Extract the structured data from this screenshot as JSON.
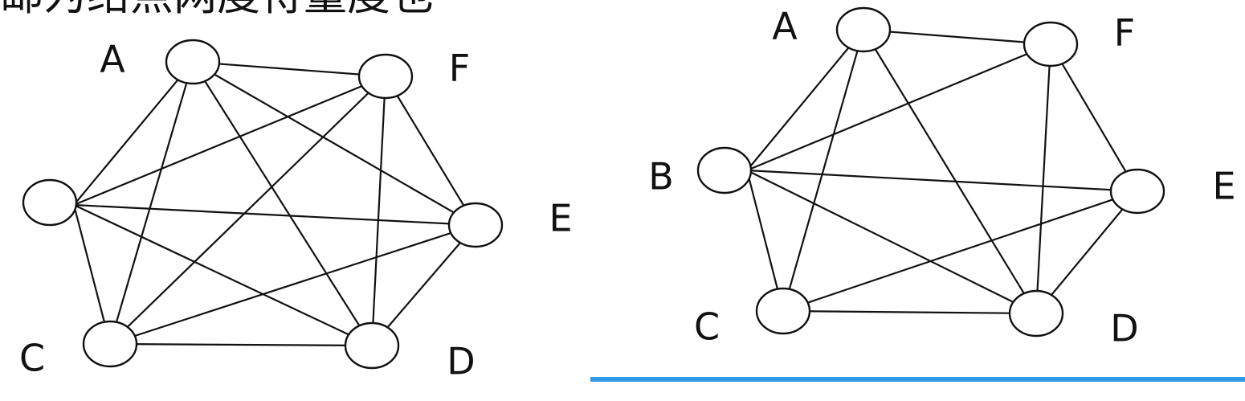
{
  "header": {
    "partial_text": "邮为络点网度待量度也"
  },
  "colors": {
    "line": "#111111",
    "divider": "#2f9be6",
    "background": "#ffffff"
  },
  "graphs": [
    {
      "name": "left",
      "nodes": [
        {
          "id": "A",
          "label": "A"
        },
        {
          "id": "F",
          "label": "F"
        },
        {
          "id": "B",
          "label": ""
        },
        {
          "id": "E",
          "label": "E"
        },
        {
          "id": "C",
          "label": "C"
        },
        {
          "id": "D",
          "label": "D"
        }
      ],
      "edges": [
        [
          "A",
          "F"
        ],
        [
          "A",
          "B"
        ],
        [
          "A",
          "C"
        ],
        [
          "A",
          "D"
        ],
        [
          "A",
          "E"
        ],
        [
          "F",
          "B"
        ],
        [
          "F",
          "C"
        ],
        [
          "F",
          "D"
        ],
        [
          "F",
          "E"
        ],
        [
          "B",
          "E"
        ],
        [
          "B",
          "C"
        ],
        [
          "B",
          "D"
        ],
        [
          "C",
          "E"
        ],
        [
          "C",
          "D"
        ],
        [
          "D",
          "E"
        ]
      ]
    },
    {
      "name": "right",
      "nodes": [
        {
          "id": "A",
          "label": "A"
        },
        {
          "id": "F",
          "label": "F"
        },
        {
          "id": "B",
          "label": "B"
        },
        {
          "id": "E",
          "label": "E"
        },
        {
          "id": "C",
          "label": "C"
        },
        {
          "id": "D",
          "label": "D"
        }
      ],
      "edges": [
        [
          "A",
          "F"
        ],
        [
          "A",
          "B"
        ],
        [
          "A",
          "C"
        ],
        [
          "A",
          "D"
        ],
        [
          "F",
          "B"
        ],
        [
          "F",
          "D"
        ],
        [
          "F",
          "E"
        ],
        [
          "B",
          "E"
        ],
        [
          "B",
          "C"
        ],
        [
          "B",
          "D"
        ],
        [
          "C",
          "E"
        ],
        [
          "C",
          "D"
        ],
        [
          "D",
          "E"
        ]
      ]
    }
  ]
}
